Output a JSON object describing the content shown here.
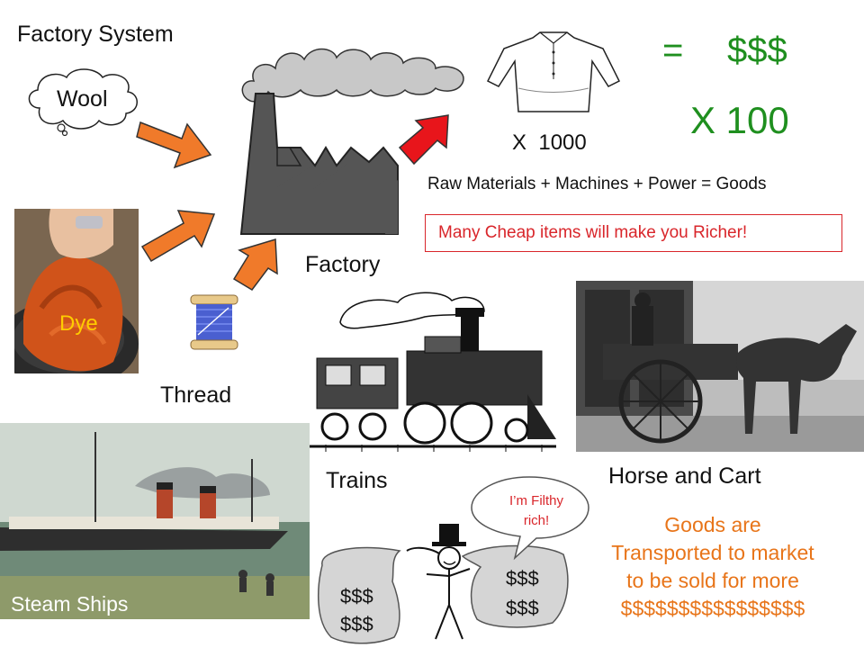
{
  "title": "Factory System",
  "inputs": {
    "wool": "Wool",
    "dye": "Dye",
    "thread": "Thread"
  },
  "factory_label": "Factory",
  "output": {
    "multiplier_shirts": "X  1000",
    "equals_sign": "=",
    "money": "$$$",
    "multiplier_money": "X 100"
  },
  "equation": "Raw Materials + Machines + Power = Goods",
  "callout": "Many Cheap items will make you Richer!",
  "transport": {
    "trains": "Trains",
    "horse_cart": "Horse and Cart",
    "steam_ships": "Steam Ships"
  },
  "rich_man": {
    "speech": "I’m Filthy rich!",
    "bag_left": [
      "$$$",
      "$$$"
    ],
    "bag_right": [
      "$$$",
      "$$$"
    ]
  },
  "summary": [
    "Goods are",
    "Transported to market",
    "to be sold for more",
    "$$$$$$$$$$$$$$$$"
  ],
  "colors": {
    "arrow_orange": "#f07a2a",
    "arrow_red": "#e8151b",
    "money_green": "#1f8f1f",
    "callout_red": "#d9262b",
    "summary_orange": "#e8751a",
    "dye_text": "#ffcc00"
  }
}
